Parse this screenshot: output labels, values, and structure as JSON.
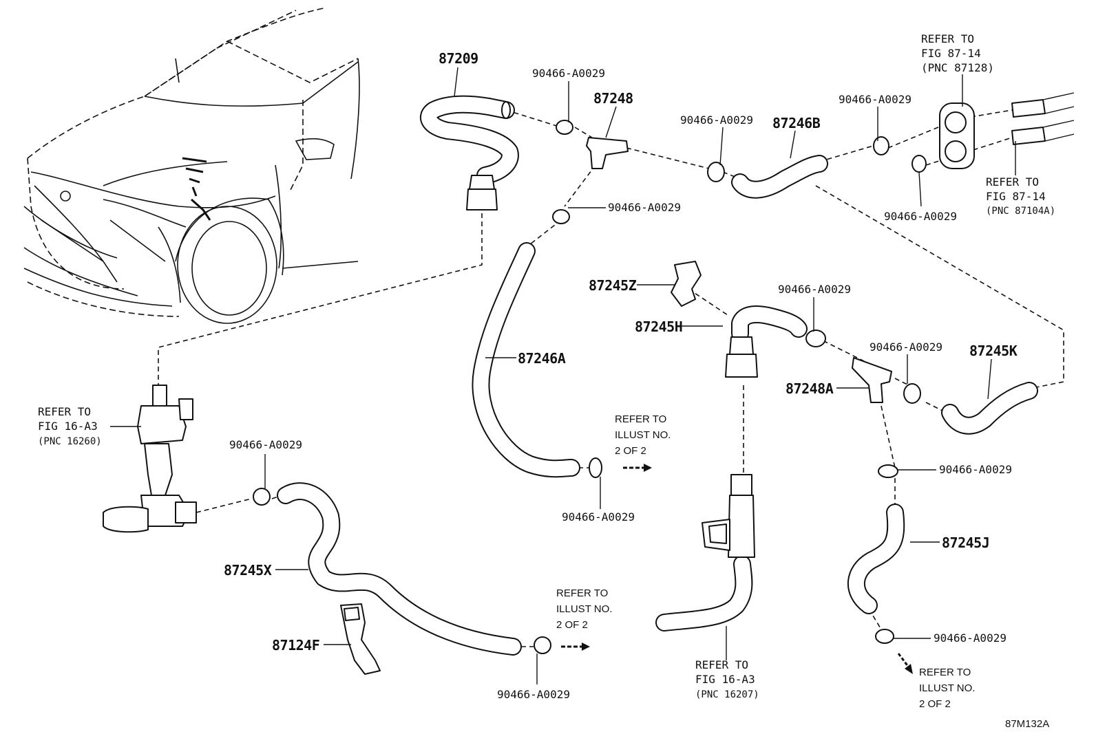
{
  "diagram_code": "87M132A",
  "clamp_part_no": "90466-A0029",
  "parts": {
    "p87209": "87209",
    "p87248": "87248",
    "p87246B": "87246B",
    "p87246A": "87246A",
    "p87245Z": "87245Z",
    "p87245H": "87245H",
    "p87248A": "87248A",
    "p87245K": "87245K",
    "p87245J": "87245J",
    "p87245X": "87245X",
    "p87124F": "87124F"
  },
  "refs": {
    "fig87_14_a": [
      "REFER TO",
      "FIG 87-14",
      "(PNC 87128)"
    ],
    "fig87_14_b": [
      "REFER TO",
      "FIG 87-14",
      "(PNC 87104A)"
    ],
    "fig16_a3_a": [
      "REFER TO",
      "FIG 16-A3",
      "(PNC 16260)"
    ],
    "fig16_a3_b": [
      "REFER TO",
      "FIG 16-A3",
      "(PNC 16207)"
    ],
    "illust_a": [
      "REFER TO",
      "ILLUST NO.",
      "2 OF 2"
    ],
    "illust_b": [
      "REFER TO",
      "ILLUST NO.",
      "2 OF 2"
    ],
    "illust_c": [
      "REFER TO",
      "ILLUST NO.",
      "2 OF 2"
    ]
  }
}
